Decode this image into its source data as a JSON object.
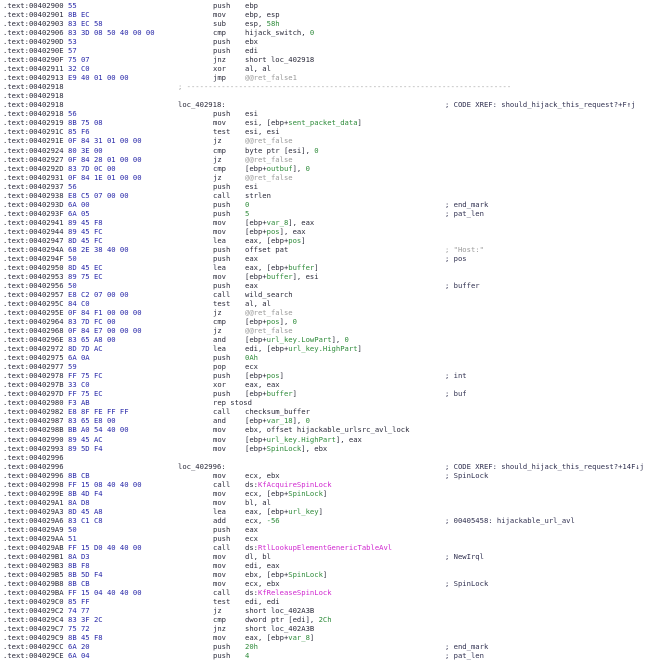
{
  "colors": {
    "address": "#2a2a3a",
    "bytes": "#2828a8",
    "number_or_var": "#2e8b3a",
    "label_ref": "#9a9a9a",
    "import": "#d028d0"
  },
  "lines": [
    {
      "a": ".text:00402900",
      "b": "55",
      "m": "push",
      "o": [
        [
          "ebp",
          "n"
        ]
      ]
    },
    {
      "a": ".text:00402901",
      "b": "8B EC",
      "m": "mov",
      "o": [
        [
          "ebp, esp",
          "n"
        ]
      ]
    },
    {
      "a": ".text:00402903",
      "b": "83 EC 58",
      "m": "sub",
      "o": [
        [
          "esp, ",
          "n"
        ],
        [
          "58h",
          "g"
        ]
      ]
    },
    {
      "a": ".text:00402906",
      "b": "83 3D 08 50 40 00 00",
      "m": "cmp",
      "o": [
        [
          "hijack_switch, ",
          "n"
        ],
        [
          "0",
          "g"
        ]
      ]
    },
    {
      "a": ".text:0040290D",
      "b": "53",
      "m": "push",
      "o": [
        [
          "ebx",
          "n"
        ]
      ]
    },
    {
      "a": ".text:0040290E",
      "b": "57",
      "m": "push",
      "o": [
        [
          "edi",
          "n"
        ]
      ]
    },
    {
      "a": ".text:0040290F",
      "b": "75 07",
      "m": "jnz",
      "o": [
        [
          "short loc_402918",
          "n"
        ]
      ]
    },
    {
      "a": ".text:00402911",
      "b": "32 C0",
      "m": "xor",
      "o": [
        [
          "al, al",
          "n"
        ]
      ]
    },
    {
      "a": ".text:00402913",
      "b": "E9 40 01 00 00",
      "m": "jmp",
      "o": [
        [
          "@@ret_false1",
          "x"
        ]
      ]
    },
    {
      "a": ".text:00402918",
      "s": "; ---------------------------------------------------------------------------"
    },
    {
      "a": ".text:00402918"
    },
    {
      "a": ".text:00402918",
      "l": "loc_402918:",
      "c": "; CODE XREF: should_hijack_this_request?+F↑j"
    },
    {
      "a": ".text:00402918",
      "b": "56",
      "m": "push",
      "o": [
        [
          "esi",
          "n"
        ]
      ]
    },
    {
      "a": ".text:00402919",
      "b": "8B 75 08",
      "m": "mov",
      "o": [
        [
          "esi, [ebp+",
          "n"
        ],
        [
          "sent_packet_data",
          "g"
        ],
        [
          "]",
          "n"
        ]
      ]
    },
    {
      "a": ".text:0040291C",
      "b": "85 F6",
      "m": "test",
      "o": [
        [
          "esi, esi",
          "n"
        ]
      ]
    },
    {
      "a": ".text:0040291E",
      "b": "0F 84 31 01 00 00",
      "m": "jz",
      "o": [
        [
          "@@ret_false",
          "x"
        ]
      ]
    },
    {
      "a": ".text:00402924",
      "b": "80 3E 00",
      "m": "cmp",
      "o": [
        [
          "byte ptr [esi], ",
          "n"
        ],
        [
          "0",
          "g"
        ]
      ]
    },
    {
      "a": ".text:00402927",
      "b": "0F 84 28 01 00 00",
      "m": "jz",
      "o": [
        [
          "@@ret_false",
          "x"
        ]
      ]
    },
    {
      "a": ".text:0040292D",
      "b": "83 7D 0C 00",
      "m": "cmp",
      "o": [
        [
          "[ebp+",
          "n"
        ],
        [
          "outbuf",
          "g"
        ],
        [
          "], ",
          "n"
        ],
        [
          "0",
          "g"
        ]
      ]
    },
    {
      "a": ".text:00402931",
      "b": "0F 84 1E 01 00 00",
      "m": "jz",
      "o": [
        [
          "@@ret_false",
          "x"
        ]
      ]
    },
    {
      "a": ".text:00402937",
      "b": "56",
      "m": "push",
      "o": [
        [
          "esi",
          "n"
        ]
      ]
    },
    {
      "a": ".text:00402938",
      "b": "E8 C5 07 00 00",
      "m": "call",
      "o": [
        [
          "strlen",
          "n"
        ]
      ]
    },
    {
      "a": ".text:0040293D",
      "b": "6A 00",
      "m": "push",
      "o": [
        [
          "0",
          "g"
        ]
      ],
      "c": "; end_mark"
    },
    {
      "a": ".text:0040293F",
      "b": "6A 05",
      "m": "push",
      "o": [
        [
          "5",
          "g"
        ]
      ],
      "c": "; pat_len"
    },
    {
      "a": ".text:00402941",
      "b": "89 45 F8",
      "m": "mov",
      "o": [
        [
          "[ebp+",
          "n"
        ],
        [
          "var_8",
          "g"
        ],
        [
          "], eax",
          "n"
        ]
      ]
    },
    {
      "a": ".text:00402944",
      "b": "89 45 FC",
      "m": "mov",
      "o": [
        [
          "[ebp+",
          "n"
        ],
        [
          "pos",
          "g"
        ],
        [
          "], eax",
          "n"
        ]
      ]
    },
    {
      "a": ".text:00402947",
      "b": "8D 45 FC",
      "m": "lea",
      "o": [
        [
          "eax, [ebp+",
          "n"
        ],
        [
          "pos",
          "g"
        ],
        [
          "]",
          "n"
        ]
      ]
    },
    {
      "a": ".text:0040294A",
      "b": "68 2E 38 40 00",
      "m": "push",
      "o": [
        [
          "offset pat",
          "n"
        ]
      ],
      "cx": "; \"Host:\""
    },
    {
      "a": ".text:0040294F",
      "b": "50",
      "m": "push",
      "o": [
        [
          "eax",
          "n"
        ]
      ],
      "c": "; pos"
    },
    {
      "a": ".text:00402950",
      "b": "8D 45 EC",
      "m": "lea",
      "o": [
        [
          "eax, [ebp+",
          "n"
        ],
        [
          "buffer",
          "g"
        ],
        [
          "]",
          "n"
        ]
      ]
    },
    {
      "a": ".text:00402953",
      "b": "89 75 EC",
      "m": "mov",
      "o": [
        [
          "[ebp+",
          "n"
        ],
        [
          "buffer",
          "g"
        ],
        [
          "], esi",
          "n"
        ]
      ]
    },
    {
      "a": ".text:00402956",
      "b": "50",
      "m": "push",
      "o": [
        [
          "eax",
          "n"
        ]
      ],
      "c": "; buffer"
    },
    {
      "a": ".text:00402957",
      "b": "E8 C2 07 00 00",
      "m": "call",
      "o": [
        [
          "wild_search",
          "n"
        ]
      ]
    },
    {
      "a": ".text:0040295C",
      "b": "84 C0",
      "m": "test",
      "o": [
        [
          "al, al",
          "n"
        ]
      ]
    },
    {
      "a": ".text:0040295E",
      "b": "0F 84 F1 00 00 00",
      "m": "jz",
      "o": [
        [
          "@@ret_false",
          "x"
        ]
      ]
    },
    {
      "a": ".text:00402964",
      "b": "83 7D FC 00",
      "m": "cmp",
      "o": [
        [
          "[ebp+",
          "n"
        ],
        [
          "pos",
          "g"
        ],
        [
          "], ",
          "n"
        ],
        [
          "0",
          "g"
        ]
      ]
    },
    {
      "a": ".text:00402968",
      "b": "0F 84 E7 00 00 00",
      "m": "jz",
      "o": [
        [
          "@@ret_false",
          "x"
        ]
      ]
    },
    {
      "a": ".text:0040296E",
      "b": "83 65 A8 00",
      "m": "and",
      "o": [
        [
          "[ebp+",
          "n"
        ],
        [
          "url_key.LowPart",
          "g"
        ],
        [
          "], ",
          "n"
        ],
        [
          "0",
          "g"
        ]
      ]
    },
    {
      "a": ".text:00402972",
      "b": "8D 7D AC",
      "m": "lea",
      "o": [
        [
          "edi, [ebp+",
          "n"
        ],
        [
          "url_key.HighPart",
          "g"
        ],
        [
          "]",
          "n"
        ]
      ]
    },
    {
      "a": ".text:00402975",
      "b": "6A 0A",
      "m": "push",
      "o": [
        [
          "0Ah",
          "g"
        ]
      ]
    },
    {
      "a": ".text:00402977",
      "b": "59",
      "m": "pop",
      "o": [
        [
          "ecx",
          "n"
        ]
      ]
    },
    {
      "a": ".text:00402978",
      "b": "FF 75 FC",
      "m": "push",
      "o": [
        [
          "[ebp+",
          "n"
        ],
        [
          "pos",
          "g"
        ],
        [
          "]",
          "n"
        ]
      ],
      "c": "; int"
    },
    {
      "a": ".text:0040297B",
      "b": "33 C0",
      "m": "xor",
      "o": [
        [
          "eax, eax",
          "n"
        ]
      ]
    },
    {
      "a": ".text:0040297D",
      "b": "FF 75 EC",
      "m": "push",
      "o": [
        [
          "[ebp+",
          "n"
        ],
        [
          "buffer",
          "g"
        ],
        [
          "]",
          "n"
        ]
      ],
      "c": "; buf"
    },
    {
      "a": ".text:00402980",
      "b": "F3 AB",
      "m": "rep stosd"
    },
    {
      "a": ".text:00402982",
      "b": "E8 8F FE FF FF",
      "m": "call",
      "o": [
        [
          "checksum_buffer",
          "n"
        ]
      ]
    },
    {
      "a": ".text:00402987",
      "b": "83 65 E8 00",
      "m": "and",
      "o": [
        [
          "[ebp+",
          "n"
        ],
        [
          "var_18",
          "g"
        ],
        [
          "], ",
          "n"
        ],
        [
          "0",
          "g"
        ]
      ]
    },
    {
      "a": ".text:0040298B",
      "b": "BB A0 54 40 00",
      "m": "mov",
      "o": [
        [
          "ebx, offset hijackable_urlsrc_avl_lock",
          "n"
        ]
      ]
    },
    {
      "a": ".text:00402990",
      "b": "89 45 AC",
      "m": "mov",
      "o": [
        [
          "[ebp+",
          "n"
        ],
        [
          "url_key.HighPart",
          "g"
        ],
        [
          "], eax",
          "n"
        ]
      ]
    },
    {
      "a": ".text:00402993",
      "b": "89 5D F4",
      "m": "mov",
      "o": [
        [
          "[ebp+",
          "n"
        ],
        [
          "SpinLock",
          "g"
        ],
        [
          "], ebx",
          "n"
        ]
      ]
    },
    {
      "a": ".text:00402996"
    },
    {
      "a": ".text:00402996",
      "l": "loc_402996:",
      "c": "; CODE XREF: should_hijack_this_request?+14F↓j"
    },
    {
      "a": ".text:00402996",
      "b": "8B CB",
      "m": "mov",
      "o": [
        [
          "ecx, ebx",
          "n"
        ]
      ],
      "c": "; SpinLock"
    },
    {
      "a": ".text:00402998",
      "b": "FF 15 08 40 40 00",
      "m": "call",
      "o": [
        [
          "ds:",
          "n"
        ],
        [
          "KfAcquireSpinLock",
          "p"
        ]
      ]
    },
    {
      "a": ".text:0040299E",
      "b": "8B 4D F4",
      "m": "mov",
      "o": [
        [
          "ecx, [ebp+",
          "n"
        ],
        [
          "SpinLock",
          "g"
        ],
        [
          "]",
          "n"
        ]
      ]
    },
    {
      "a": ".text:004029A1",
      "b": "8A D8",
      "m": "mov",
      "o": [
        [
          "bl, al",
          "n"
        ]
      ]
    },
    {
      "a": ".text:004029A3",
      "b": "8D 45 A8",
      "m": "lea",
      "o": [
        [
          "eax, [ebp+",
          "n"
        ],
        [
          "url_key",
          "g"
        ],
        [
          "]",
          "n"
        ]
      ]
    },
    {
      "a": ".text:004029A6",
      "b": "83 C1 C8",
      "m": "add",
      "o": [
        [
          "ecx, ",
          "n"
        ],
        [
          "-56",
          "g"
        ]
      ],
      "c": "; 00405458: hijackable_url_avl"
    },
    {
      "a": ".text:004029A9",
      "b": "50",
      "m": "push",
      "o": [
        [
          "eax",
          "n"
        ]
      ]
    },
    {
      "a": ".text:004029AA",
      "b": "51",
      "m": "push",
      "o": [
        [
          "ecx",
          "n"
        ]
      ]
    },
    {
      "a": ".text:004029AB",
      "b": "FF 15 D0 40 40 00",
      "m": "call",
      "o": [
        [
          "ds:",
          "n"
        ],
        [
          "RtlLookupElementGenericTableAvl",
          "p"
        ]
      ]
    },
    {
      "a": ".text:004029B1",
      "b": "8A D3",
      "m": "mov",
      "o": [
        [
          "dl, bl",
          "n"
        ]
      ],
      "c": "; NewIrql"
    },
    {
      "a": ".text:004029B3",
      "b": "8B F8",
      "m": "mov",
      "o": [
        [
          "edi, eax",
          "n"
        ]
      ]
    },
    {
      "a": ".text:004029B5",
      "b": "8B 5D F4",
      "m": "mov",
      "o": [
        [
          "ebx, [ebp+",
          "n"
        ],
        [
          "SpinLock",
          "g"
        ],
        [
          "]",
          "n"
        ]
      ]
    },
    {
      "a": ".text:004029B8",
      "b": "8B CB",
      "m": "mov",
      "o": [
        [
          "ecx, ebx",
          "n"
        ]
      ],
      "c": "; SpinLock"
    },
    {
      "a": ".text:004029BA",
      "b": "FF 15 04 40 40 00",
      "m": "call",
      "o": [
        [
          "ds:",
          "n"
        ],
        [
          "KfReleaseSpinLock",
          "p"
        ]
      ]
    },
    {
      "a": ".text:004029C0",
      "b": "85 FF",
      "m": "test",
      "o": [
        [
          "edi, edi",
          "n"
        ]
      ]
    },
    {
      "a": ".text:004029C2",
      "b": "74 77",
      "m": "jz",
      "o": [
        [
          "short loc_402A3B",
          "n"
        ]
      ]
    },
    {
      "a": ".text:004029C4",
      "b": "83 3F 2C",
      "m": "cmp",
      "o": [
        [
          "dword ptr [edi], ",
          "n"
        ],
        [
          "2Ch",
          "g"
        ]
      ]
    },
    {
      "a": ".text:004029C7",
      "b": "75 72",
      "m": "jnz",
      "o": [
        [
          "short loc_402A3B",
          "n"
        ]
      ]
    },
    {
      "a": ".text:004029C9",
      "b": "8B 45 F8",
      "m": "mov",
      "o": [
        [
          "eax, [ebp+",
          "n"
        ],
        [
          "var_8",
          "g"
        ],
        [
          "]",
          "n"
        ]
      ]
    },
    {
      "a": ".text:004029CC",
      "b": "6A 20",
      "m": "push",
      "o": [
        [
          "20h",
          "g"
        ]
      ],
      "c": "; end_mark"
    },
    {
      "a": ".text:004029CE",
      "b": "6A 04",
      "m": "push",
      "o": [
        [
          "4",
          "g"
        ]
      ],
      "c": "; pat_len"
    }
  ]
}
